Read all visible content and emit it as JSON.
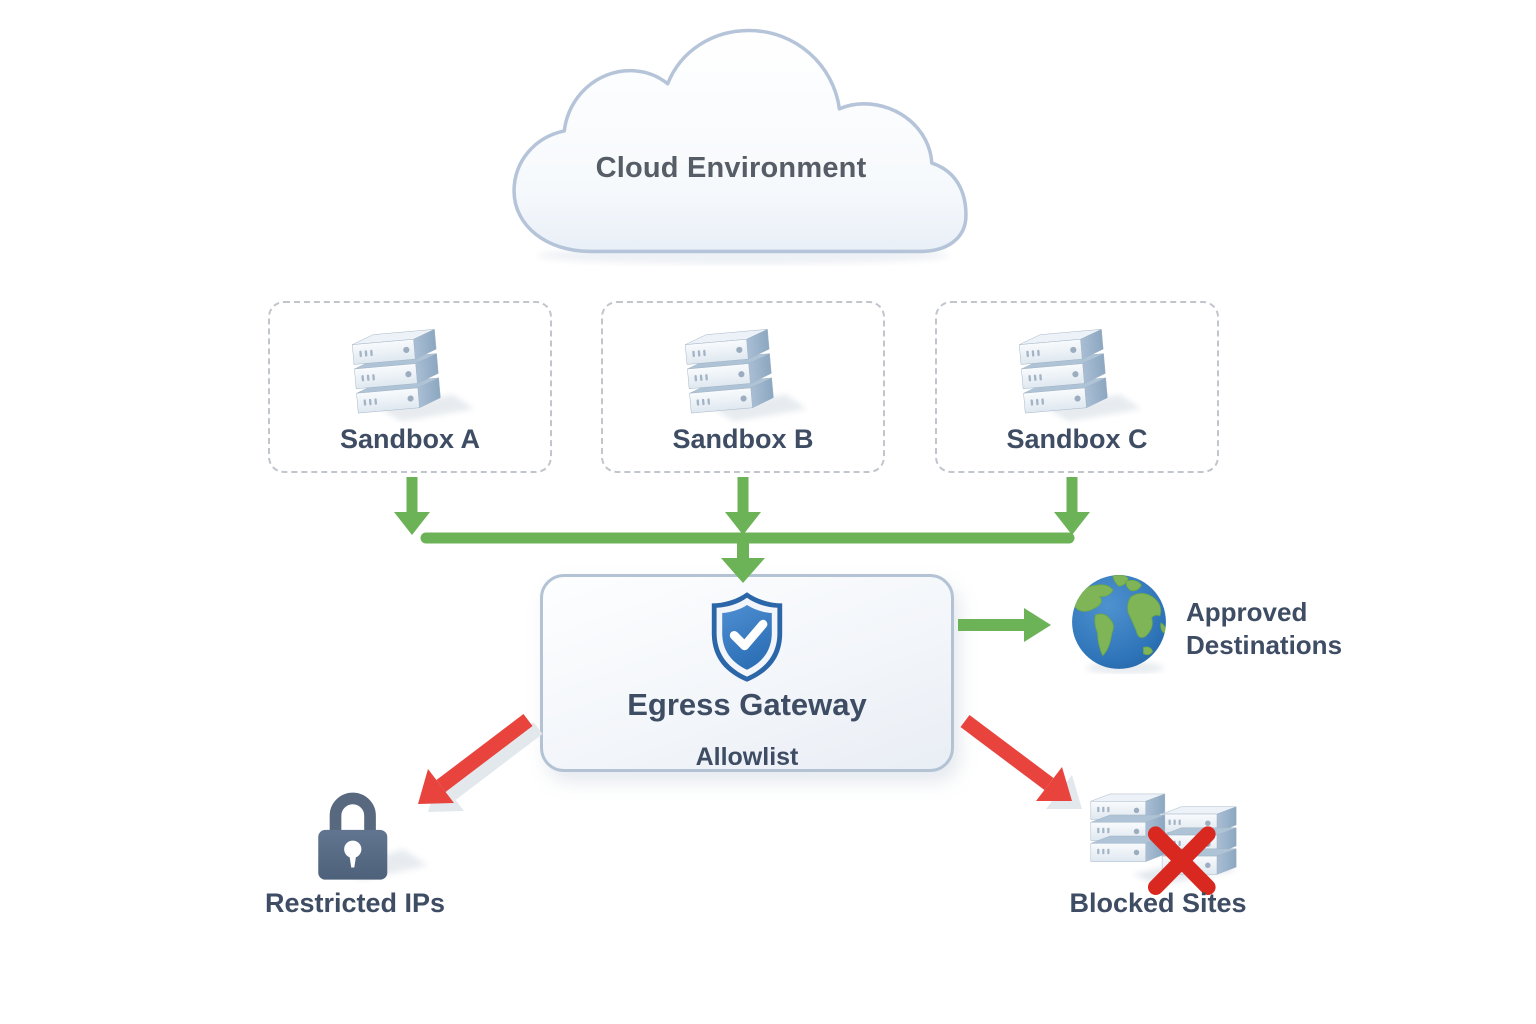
{
  "cloud": {
    "label": "Cloud Environment"
  },
  "sandboxes": [
    {
      "label": "Sandbox A"
    },
    {
      "label": "Sandbox B"
    },
    {
      "label": "Sandbox C"
    }
  ],
  "gateway": {
    "title": "Egress Gateway",
    "subtitle": "Allowlist"
  },
  "destinations": {
    "approved": {
      "label": "Approved Destinations"
    },
    "restricted": {
      "label": "Restricted IPs"
    },
    "blocked": {
      "label": "Blocked Sites"
    }
  },
  "icons": {
    "cloud": "cloud-icon",
    "sandbox": "server-stack-icon",
    "gateway": "shield-check-icon",
    "approved": "globe-icon",
    "restricted": "padlock-icon",
    "blocked": "blocked-servers-icon"
  },
  "colors": {
    "allow_green": "#6cb257",
    "deny_red": "#e8443d",
    "deny_red_deep": "#d8281f",
    "shield_blue": "#3079c4",
    "shield_blue_dark": "#2b66a8",
    "text_primary": "#3e4d63",
    "text_cloud": "#565d66",
    "box_border": "#b3c3d4",
    "dashed_border": "#c1c6cd",
    "server_side": "#9cb4cc",
    "globe_ocean": "#2e74b8",
    "globe_land": "#7fb557",
    "lock_gray": "#57687f"
  }
}
